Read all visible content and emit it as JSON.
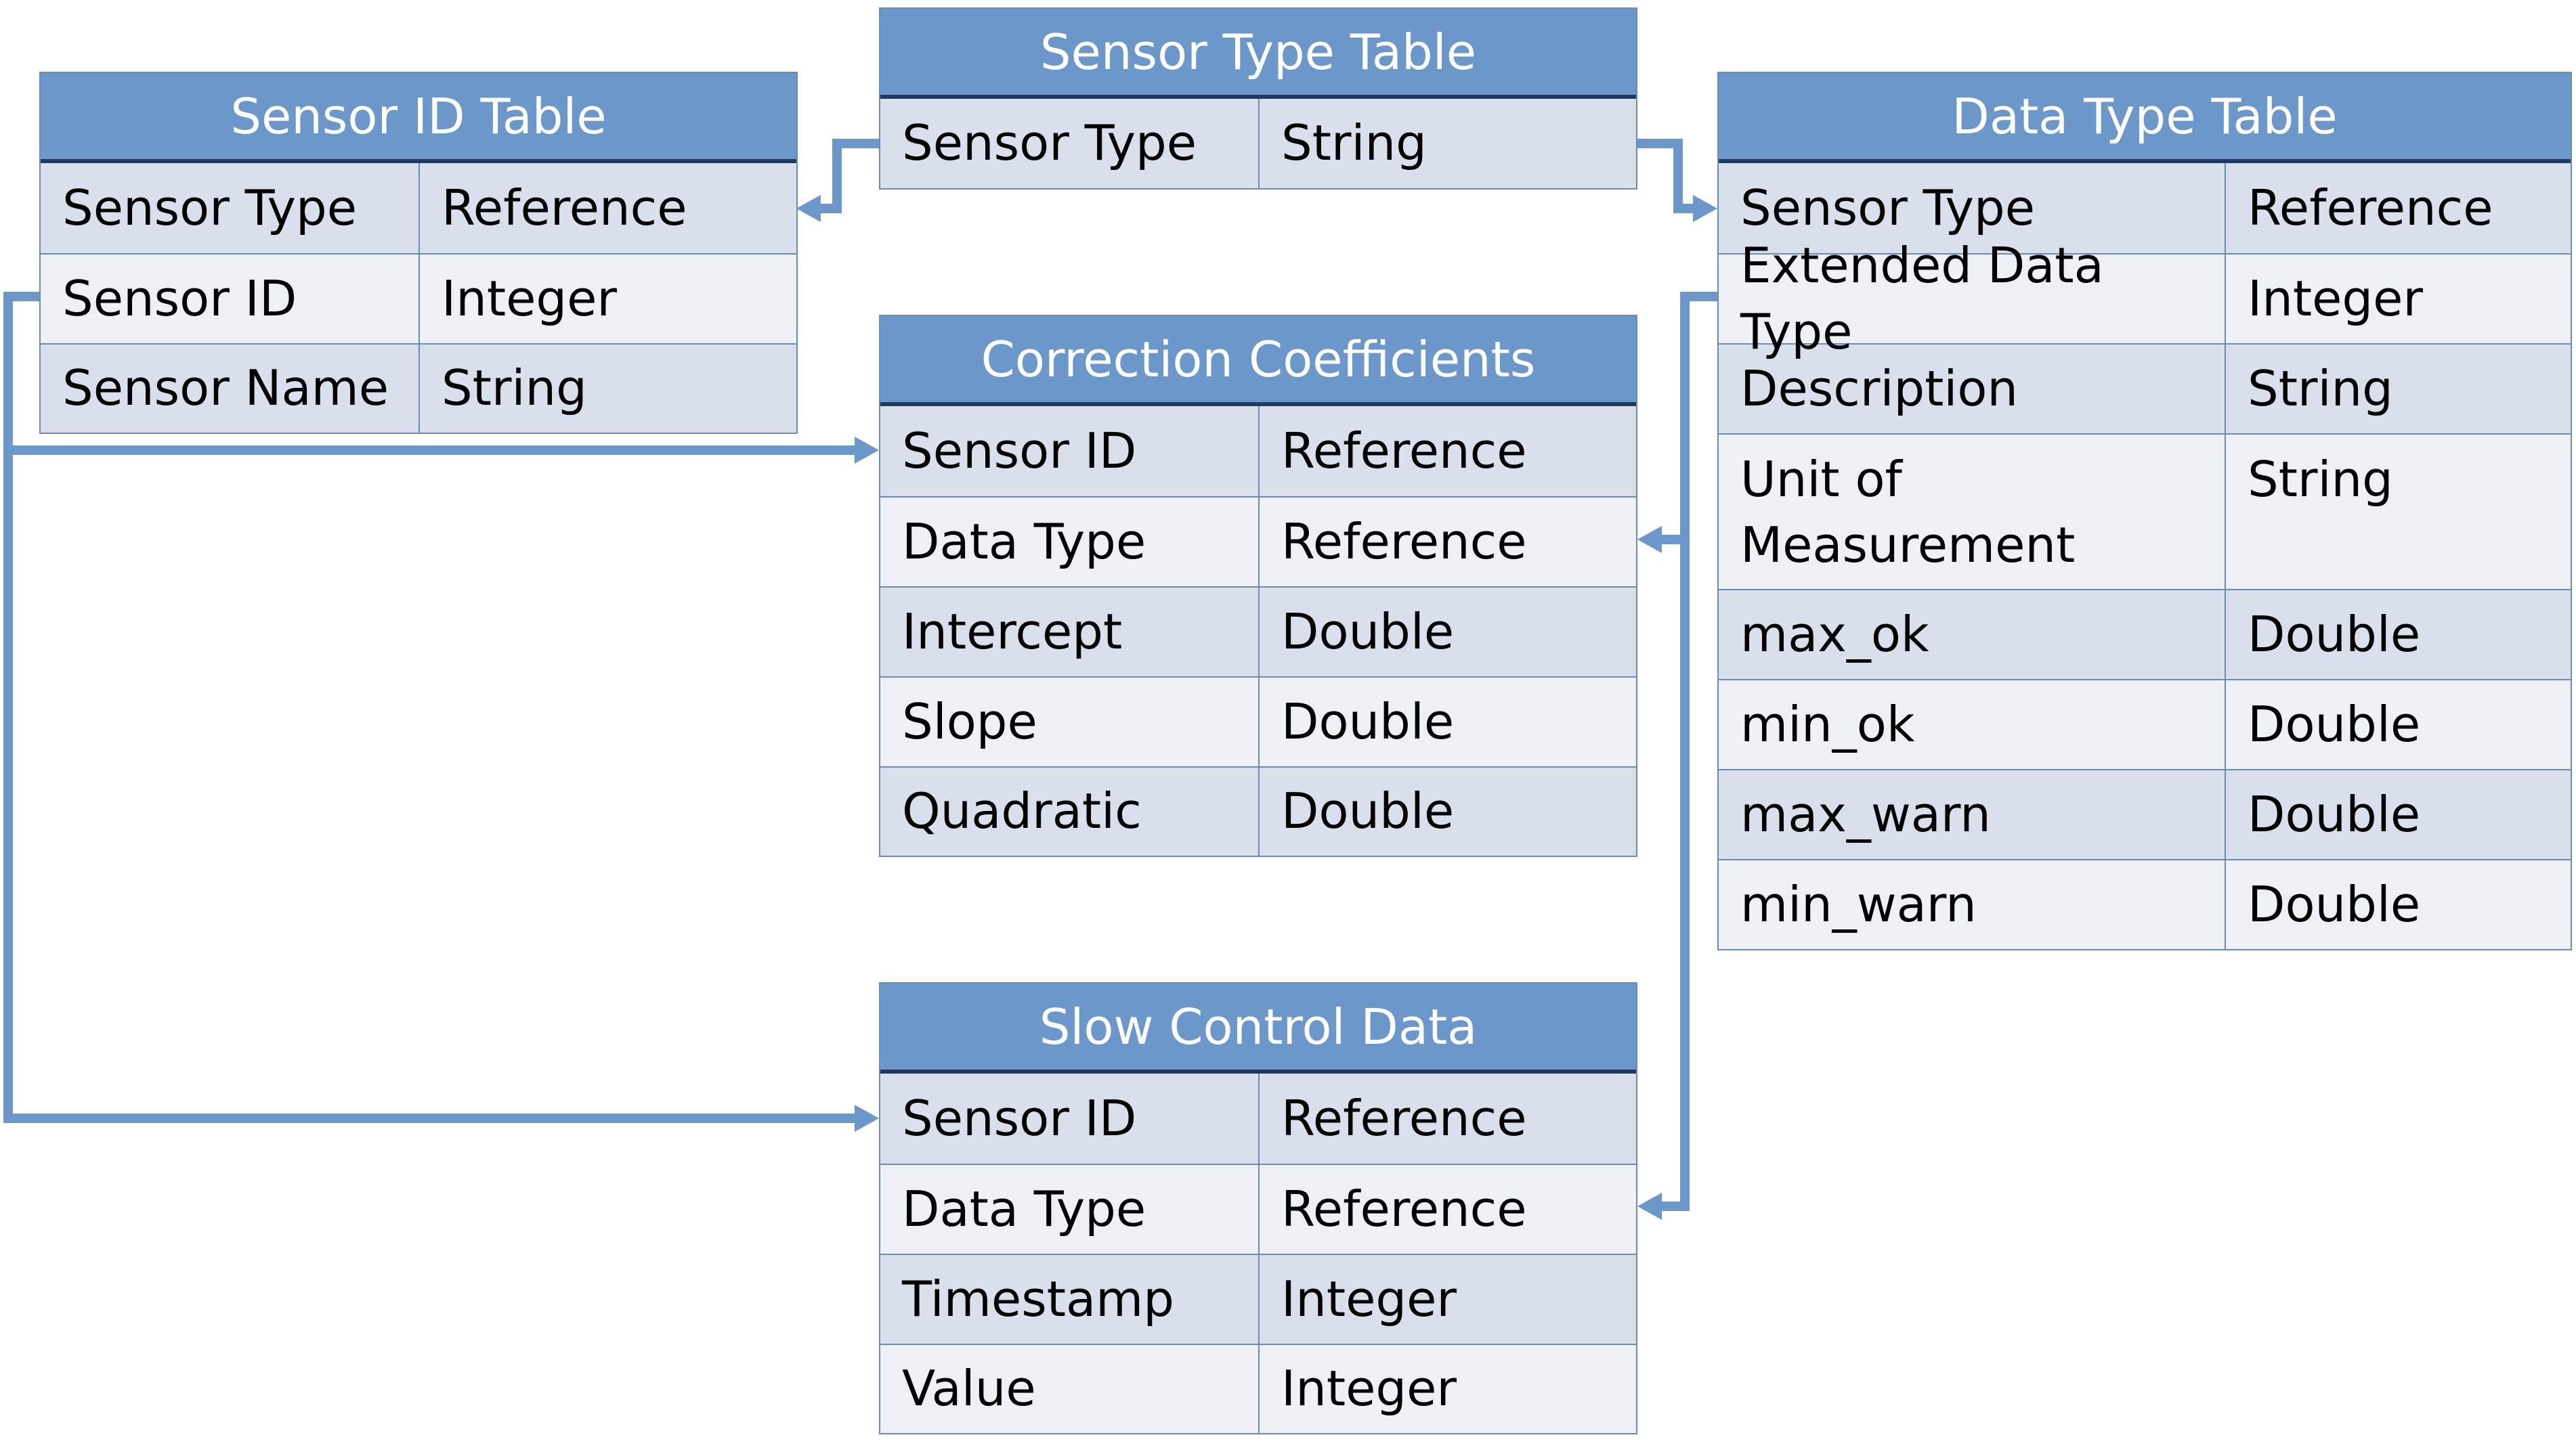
{
  "colors": {
    "header_fill": "#6b97cb",
    "header_rule": "#1e3a60",
    "row_fill_a": "#d9dfeb",
    "row_fill_b": "#edf0f5",
    "connector": "#6b97cb"
  },
  "tables": {
    "sensor_id": {
      "title": "Sensor ID Table",
      "rows": [
        {
          "field": "Sensor Type",
          "type": "Reference"
        },
        {
          "field": "Sensor ID",
          "type": "Integer"
        },
        {
          "field": "Sensor Name",
          "type": "String"
        }
      ]
    },
    "sensor_type": {
      "title": "Sensor Type Table",
      "rows": [
        {
          "field": "Sensor Type",
          "type": "String"
        }
      ]
    },
    "data_type": {
      "title": "Data Type Table",
      "rows": [
        {
          "field": "Sensor Type",
          "type": "Reference"
        },
        {
          "field": "Extended Data Type",
          "type": "Integer"
        },
        {
          "field": "Description",
          "type": "String"
        },
        {
          "field": "Unit of Measurement",
          "type": "String"
        },
        {
          "field": "max_ok",
          "type": "Double"
        },
        {
          "field": "min_ok",
          "type": "Double"
        },
        {
          "field": "max_warn",
          "type": "Double"
        },
        {
          "field": "min_warn",
          "type": "Double"
        }
      ]
    },
    "correction": {
      "title": "Correction Coefficients",
      "rows": [
        {
          "field": "Sensor ID",
          "type": "Reference"
        },
        {
          "field": "Data Type",
          "type": "Reference"
        },
        {
          "field": "Intercept",
          "type": "Double"
        },
        {
          "field": "Slope",
          "type": "Double"
        },
        {
          "field": "Quadratic",
          "type": "Double"
        }
      ]
    },
    "slow_control": {
      "title": "Slow Control Data",
      "rows": [
        {
          "field": "Sensor ID",
          "type": "Reference"
        },
        {
          "field": "Data Type",
          "type": "Reference"
        },
        {
          "field": "Timestamp",
          "type": "Integer"
        },
        {
          "field": "Value",
          "type": "Integer"
        }
      ]
    }
  },
  "relationships": [
    {
      "from": "sensor_type.Sensor Type",
      "to": "sensor_id.Sensor Type"
    },
    {
      "from": "sensor_type.Sensor Type",
      "to": "data_type.Sensor Type"
    },
    {
      "from": "sensor_id.Sensor ID",
      "to": "correction.Sensor ID"
    },
    {
      "from": "sensor_id.Sensor ID",
      "to": "slow_control.Sensor ID"
    },
    {
      "from": "data_type.Extended Data Type",
      "to": "correction.Data Type"
    },
    {
      "from": "data_type.Extended Data Type",
      "to": "slow_control.Data Type"
    }
  ]
}
